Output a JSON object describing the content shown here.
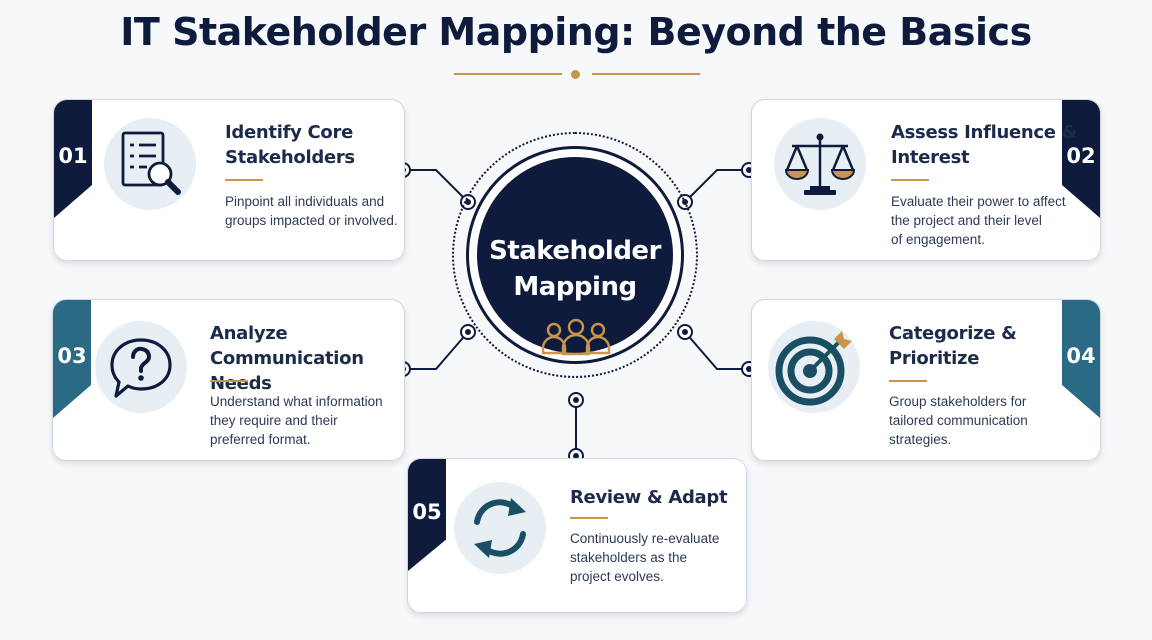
{
  "title": "IT Stakeholder Mapping: Beyond the Basics",
  "hub": {
    "title": "Stakeholder\nMapping",
    "icon": "people-group-icon"
  },
  "colors": {
    "navy": "#0f1b3d",
    "teal": "#2a6a84",
    "gold": "#c8954a",
    "icon_bg": "#e7eff5"
  },
  "steps": [
    {
      "number": "01",
      "title": "Identify Core\nStakeholders",
      "description": "Pinpoint all individuals and\ngroups impacted or involved.",
      "icon": "checklist-magnifier-icon"
    },
    {
      "number": "02",
      "title": "Assess Influence &\nInterest",
      "description": "Evaluate their power to affect\nthe project and their level\nof engagement.",
      "icon": "balance-scale-icon"
    },
    {
      "number": "03",
      "title": "Analyze\nCommunication Needs",
      "description": "Understand what information\nthey require and their\npreferred format.",
      "icon": "question-bubble-icon"
    },
    {
      "number": "04",
      "title": "Categorize &\nPrioritize",
      "description": "Group stakeholders for\ntailored communication\nstrategies.",
      "icon": "target-arrow-icon"
    },
    {
      "number": "05",
      "title": "Review & Adapt",
      "description": "Continuously re-evaluate\nstakeholders as the\nproject evolves.",
      "icon": "refresh-cycle-icon"
    }
  ]
}
